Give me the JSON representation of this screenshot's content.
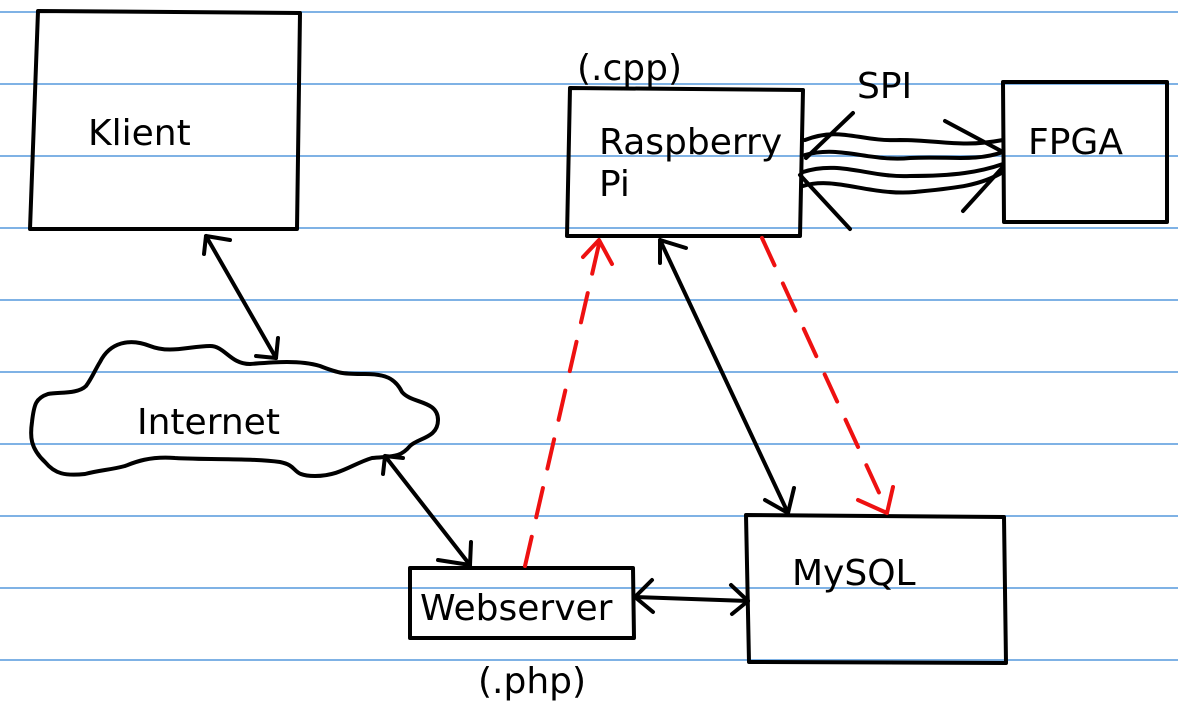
{
  "colors": {
    "ruled_lines": "#7fb2e5",
    "ink": "#000000",
    "dashed_flow": "#ee1111"
  },
  "nodes": {
    "klient": {
      "label": "Klient"
    },
    "internet": {
      "label": "Internet"
    },
    "raspberry": {
      "label_line1": "Raspberry",
      "label_line2": "Pi",
      "annotation": "(.cpp)"
    },
    "fpga": {
      "label": "FPGA"
    },
    "webserver": {
      "label": "Webserver",
      "annotation": "(.php)"
    },
    "mysql": {
      "label": "MySQL"
    }
  },
  "edges": {
    "spi_label": "SPI"
  }
}
